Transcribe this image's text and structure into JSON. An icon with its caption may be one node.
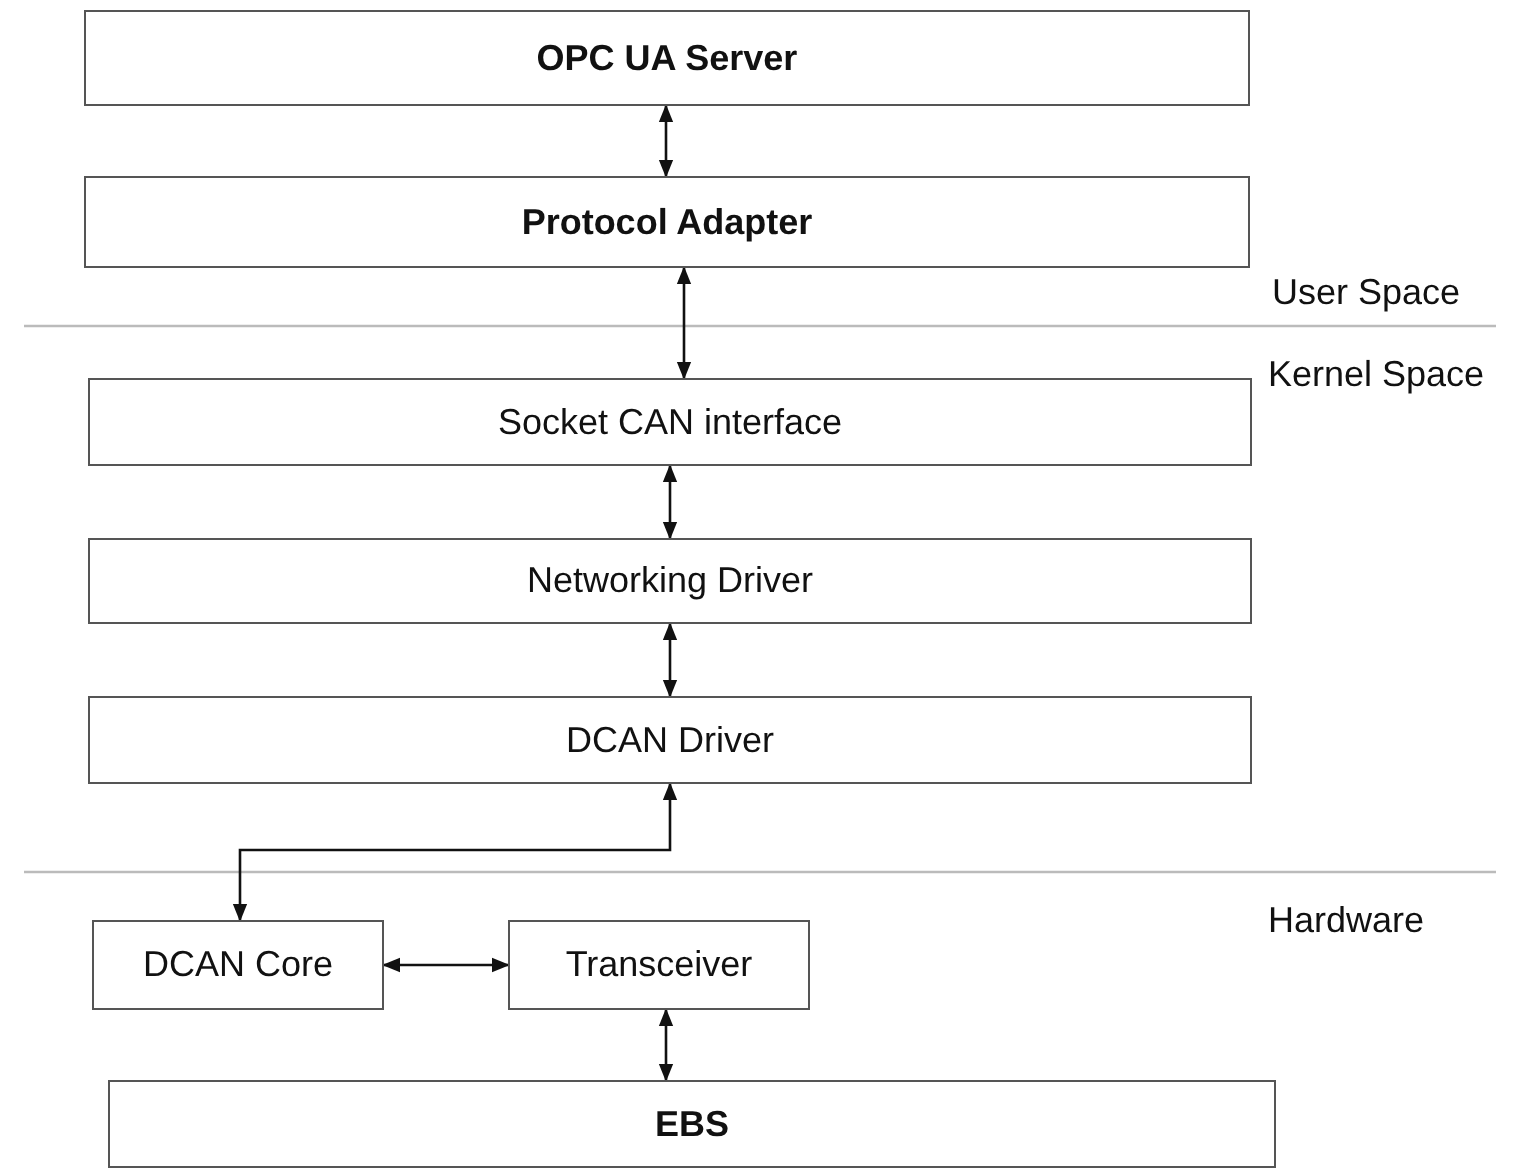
{
  "diagram": {
    "nodes": [
      {
        "text": [
          "OPC UA Server"
        ]
      },
      {
        "text": [
          "Protocol Adapter"
        ]
      },
      {
        "text": [
          "Socket CAN interface"
        ]
      },
      {
        "text": [
          "Networking Driver"
        ]
      },
      {
        "text": [
          "DCAN Driver"
        ]
      },
      {
        "text": [
          "DCAN Core"
        ]
      },
      {
        "text": [
          "Transceiver"
        ]
      },
      {
        "text": [
          "EBS"
        ]
      }
    ],
    "edges": [
      {
        "from": 0,
        "to": 1,
        "arrow": "both"
      },
      {
        "from": 1,
        "to": 2,
        "arrow": "both"
      },
      {
        "from": 2,
        "to": 3,
        "arrow": "both"
      },
      {
        "from": 3,
        "to": 4,
        "arrow": "both"
      },
      {
        "from": 4,
        "to": 5,
        "arrow": "both"
      },
      {
        "from": 5,
        "to": 6,
        "arrow": "both"
      },
      {
        "from": 6,
        "to": 7,
        "arrow": "both"
      }
    ],
    "labels": [
      "User Space",
      "Kernel Space",
      "Hardware"
    ]
  }
}
